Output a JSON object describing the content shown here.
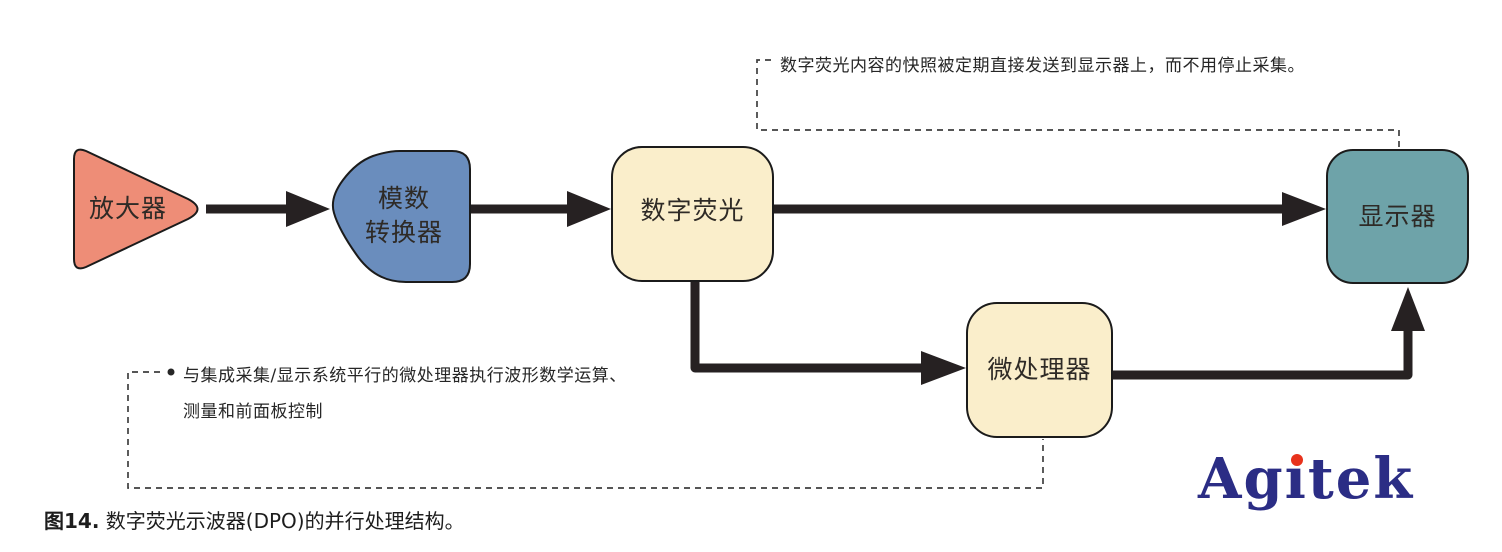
{
  "diagram": {
    "nodes": {
      "amplifier": {
        "label": "放大器",
        "fill": "#ee8d77"
      },
      "adc": {
        "label_line1": "模数",
        "label_line2": "转换器",
        "fill": "#6a8dbd"
      },
      "phosphor": {
        "label": "数字荧光",
        "fill": "#faeecb"
      },
      "display": {
        "label": "显示器",
        "fill": "#6ea3a9"
      },
      "micro": {
        "label": "微处理器",
        "fill": "#faeecb"
      }
    },
    "annotations": {
      "top": {
        "text": "数字荧光内容的快照被定期直接发送到显示器上，而不用停止采集。"
      },
      "bottom": {
        "bullet": "•",
        "line1": "与集成采集/显示系统平行的微处理器执行波形数学运算、",
        "line2": "测量和前面板控制"
      }
    },
    "caption": {
      "prefix": "图14.",
      "text": " 数字荧光示波器(DPO)的并行处理结构。"
    },
    "colors": {
      "shape_stroke": "#1b1b1b",
      "arrow": "#262122",
      "dashed_line": "#3f3f3f"
    }
  },
  "logo": {
    "text": "Agitek",
    "part1": "Ag",
    "dotless_i": "ı",
    "part2": "tek",
    "color": "#2b2d85",
    "dot_color": "#e8321c"
  }
}
